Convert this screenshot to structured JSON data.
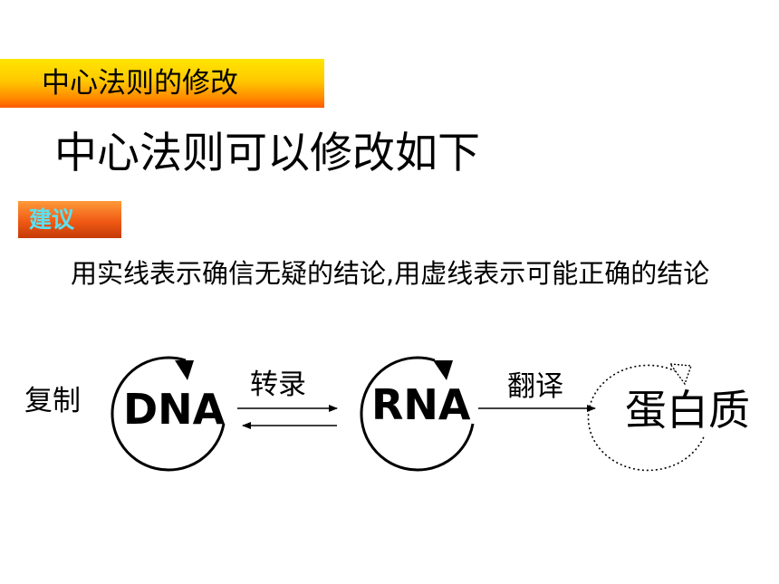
{
  "slide": {
    "title": "中心法则的修改",
    "heading": "中心法则可以修改如下",
    "tag": "建议",
    "body": "用实线表示确信无疑的结论,用虚线表示可能正确的结论"
  },
  "diagram": {
    "replication_label": "复制",
    "dna_label": "DNA",
    "transcription_label": "转录",
    "rna_label": "RNA",
    "translation_label": "翻译",
    "protein_label": "蛋白质"
  },
  "colors": {
    "banner": "#ffc800",
    "tag": "#f05a14",
    "tag_text": "#5ce0f0"
  }
}
